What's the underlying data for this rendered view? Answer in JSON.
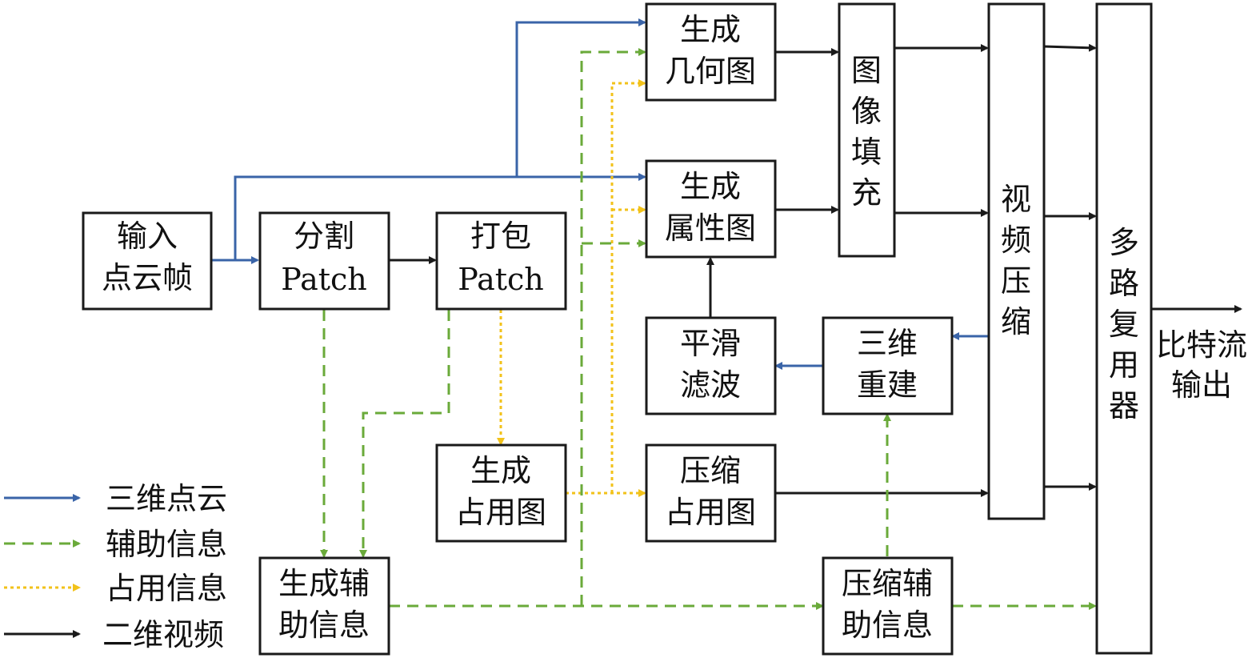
{
  "nodes": {
    "input": [
      "输入",
      "点云帧"
    ],
    "segment": [
      "分割",
      "Patch"
    ],
    "pack": [
      "打包",
      "Patch"
    ],
    "geo": [
      "生成",
      "几何图"
    ],
    "attr": [
      "生成",
      "属性图"
    ],
    "pad": [
      "图",
      "像",
      "填",
      "充"
    ],
    "video": [
      "视",
      "频",
      "压",
      "缩"
    ],
    "mux": [
      "多",
      "路",
      "复",
      "用",
      "器"
    ],
    "smooth": [
      "平滑",
      "滤波"
    ],
    "recon": [
      "三维",
      "重建"
    ],
    "occgen": [
      "生成",
      "占用图"
    ],
    "occcomp": [
      "压缩",
      "占用图"
    ],
    "auxgen": [
      "生成辅",
      "助信息"
    ],
    "auxcomp": [
      "压缩辅",
      "助信息"
    ]
  },
  "output_label": [
    "比特流",
    "输出"
  ],
  "legend": [
    {
      "label": "三维点云",
      "style": "solid",
      "color": "#3a64a8"
    },
    {
      "label": "辅助信息",
      "style": "dashed",
      "color": "#6aaa3a"
    },
    {
      "label": "占用信息",
      "style": "dotted",
      "color": "#f2c21a"
    },
    {
      "label": "二维视频",
      "style": "solid",
      "color": "#1a1a1a"
    }
  ]
}
